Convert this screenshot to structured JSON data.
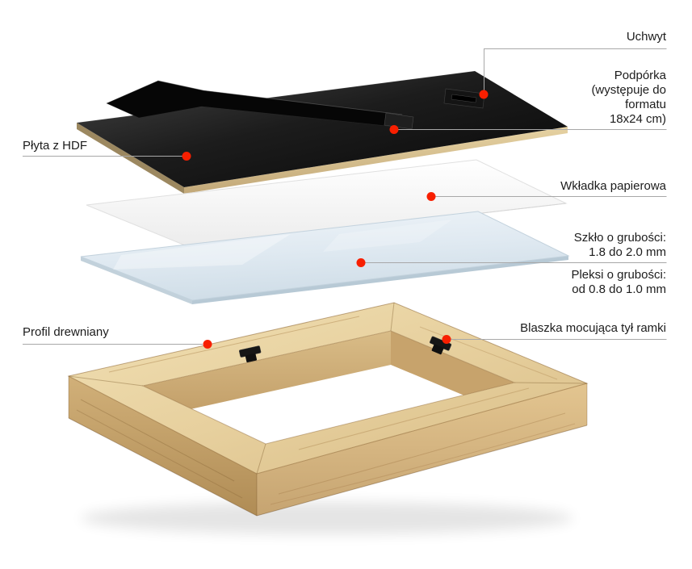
{
  "callouts": {
    "uchwyt": {
      "label": "Uchwyt"
    },
    "podporka": {
      "label": "Podpórka\n(występuje do\nformatu\n18x24 cm)"
    },
    "plyta_hdf": {
      "label": "Płyta z HDF"
    },
    "wkladka_papierowa": {
      "label": "Wkładka papierowa"
    },
    "szklo": {
      "label": "Szkło o grubości:\n1.8 do 2.0 mm"
    },
    "pleksi": {
      "label": "Pleksi o grubości:\nod 0.8 do 1.0 mm"
    },
    "profil_drewniany": {
      "label": "Profil drewniany"
    },
    "blaszka": {
      "label": "Blaszka mocująca tył ramki"
    }
  },
  "colors": {
    "callout_dot": "#f81f00",
    "callout_line": "#a8a8a8",
    "label_text": "#1c1c1c",
    "hdf_board_black": "#141414",
    "plywood_edge": "#d4bd8d",
    "paper_white": "#fbfbfb",
    "glass_tint": "#dde8f0",
    "wood_light": "#e7d09e",
    "wood_dark": "#b08c55",
    "background": "#ffffff"
  }
}
